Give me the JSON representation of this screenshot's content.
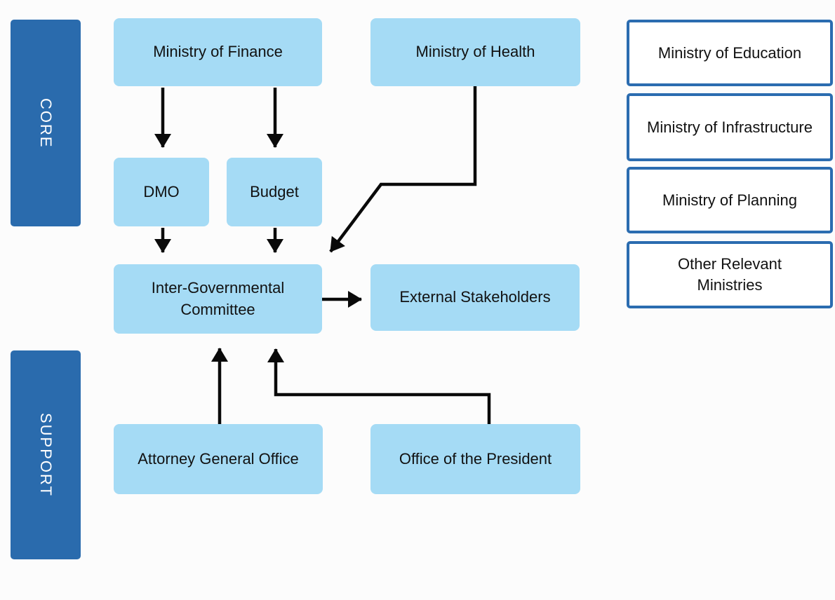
{
  "diagram": {
    "bands": {
      "core": {
        "label": "CORE"
      },
      "support": {
        "label": "SUPPORT"
      }
    },
    "nodes": {
      "finance": {
        "label": "Ministry of Finance"
      },
      "health": {
        "label": "Ministry of Health"
      },
      "dmo": {
        "label": "DMO"
      },
      "budget": {
        "label": "Budget"
      },
      "committee": {
        "label": "Inter-Governmental Committee"
      },
      "external": {
        "label": "External Stakeholders"
      },
      "attorney": {
        "label": "Attorney General Office"
      },
      "president": {
        "label": "Office of the President"
      },
      "education": {
        "label": "Ministry of Education"
      },
      "infrastructure": {
        "label": "Ministry of Infrastructure"
      },
      "planning": {
        "label": "Ministry of Planning"
      },
      "other": {
        "label": "Other Relevant Ministries"
      }
    },
    "edges": [
      {
        "from": "Ministry of Finance",
        "to": "DMO"
      },
      {
        "from": "Ministry of Finance",
        "to": "Budget"
      },
      {
        "from": "DMO",
        "to": "Inter-Governmental Committee"
      },
      {
        "from": "Budget",
        "to": "Inter-Governmental Committee"
      },
      {
        "from": "Ministry of Health",
        "to": "Inter-Governmental Committee"
      },
      {
        "from": "Inter-Governmental Committee",
        "to": "External Stakeholders"
      },
      {
        "from": "Attorney General Office",
        "to": "Inter-Governmental Committee"
      },
      {
        "from": "Office of the President",
        "to": "Inter-Governmental Committee"
      }
    ],
    "colors": {
      "node_fill": "#A5DBF5",
      "band_fill": "#2A6BAD",
      "outline_blue": "#2B6CB0",
      "arrow": "#0A0A0A",
      "text": "#111111",
      "background": "#FCFCFC"
    }
  }
}
